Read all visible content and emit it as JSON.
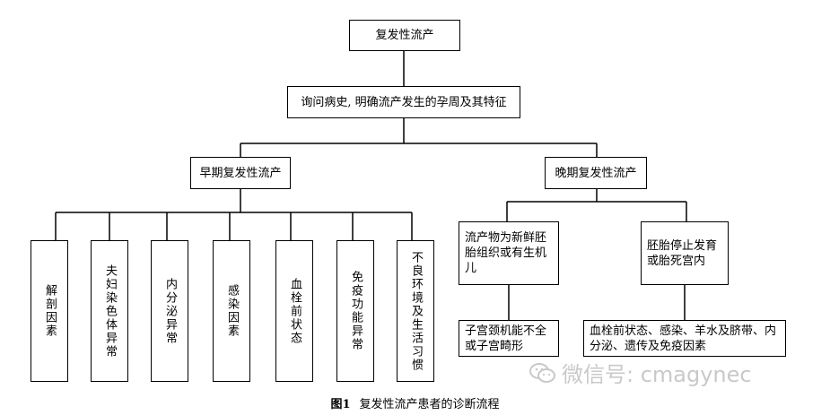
{
  "diagram": {
    "root": "复发性流产",
    "step1": "询问病史, 明确流产发生的孕周及其特征",
    "early": "早期复发性流产",
    "late": "晚期复发性流产",
    "early_causes": [
      "解剖因素",
      "夫妇染色体异常",
      "内分泌异常",
      "感染因素",
      "血栓前状态",
      "免疫功能异常",
      "不良环境及生活习惯"
    ],
    "late_a": "流产物为新鲜胚胎组织或有生机儿",
    "late_b": "胚胎停止发育或胎死宫内",
    "late_a_cause": "子宫颈机能不全或子宫畸形",
    "late_b_cause": "血栓前状态、感染、羊水及脐带、内分泌、遗传及免疫因素"
  },
  "caption": {
    "figure_num": "图1",
    "text": "复发性流产患者的诊断流程"
  },
  "watermark": {
    "text": "微信号: cmagynec",
    "icon": "wechat-icon"
  }
}
